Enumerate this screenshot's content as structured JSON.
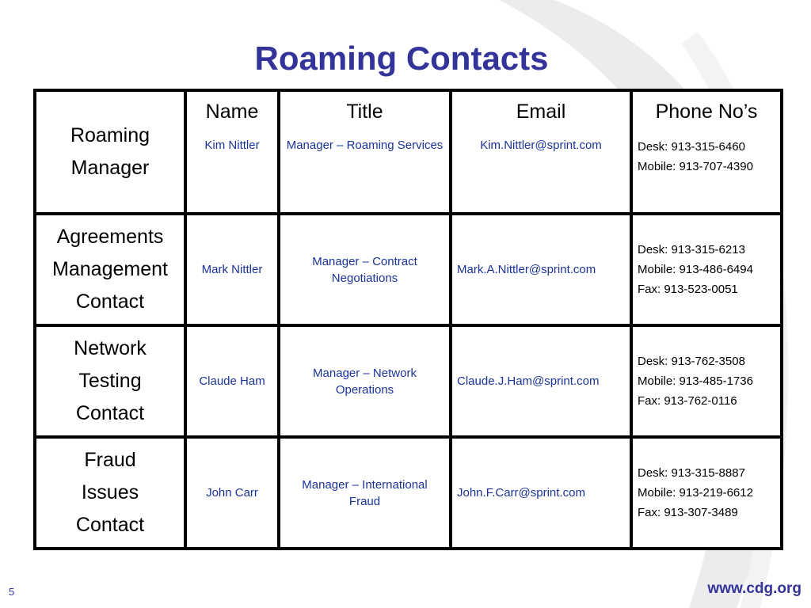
{
  "slide": {
    "title": "Roaming Contacts",
    "page_number": "5",
    "footer_url": "www.cdg.org"
  },
  "table": {
    "headers": {
      "name": "Name",
      "title": "Title",
      "email": "Email",
      "phone": "Phone No’s"
    },
    "rows": [
      {
        "role_lines": [
          "Roaming",
          "Manager"
        ],
        "name": "Kim Nittler",
        "title": "Manager – Roaming Services",
        "email": "Kim.Nittler@sprint.com",
        "phones": [
          "Desk: 913-315-6460",
          "Mobile: 913-707-4390"
        ]
      },
      {
        "role_lines": [
          "Agreements",
          "Management",
          "Contact"
        ],
        "name": "Mark Nittler",
        "title": "Manager – Contract Negotiations",
        "email": "Mark.A.Nittler@sprint.com",
        "phones": [
          "Desk: 913-315-6213",
          "Mobile: 913-486-6494",
          "Fax: 913-523-0051"
        ]
      },
      {
        "role_lines": [
          "Network",
          "Testing",
          "Contact"
        ],
        "name": "Claude Ham",
        "title": "Manager – Network Operations",
        "email": "Claude.J.Ham@sprint.com",
        "phones": [
          "Desk: 913-762-3508",
          "Mobile: 913-485-1736",
          "Fax: 913-762-0116"
        ]
      },
      {
        "role_lines": [
          "Fraud",
          "Issues",
          "Contact"
        ],
        "name": "John Carr",
        "title": "Manager – International Fraud",
        "email": "John.F.Carr@sprint.com",
        "phones": [
          "Desk: 913-315-8887",
          "Mobile: 913-219-6612",
          "Fax: 913-307-3489"
        ]
      }
    ]
  }
}
